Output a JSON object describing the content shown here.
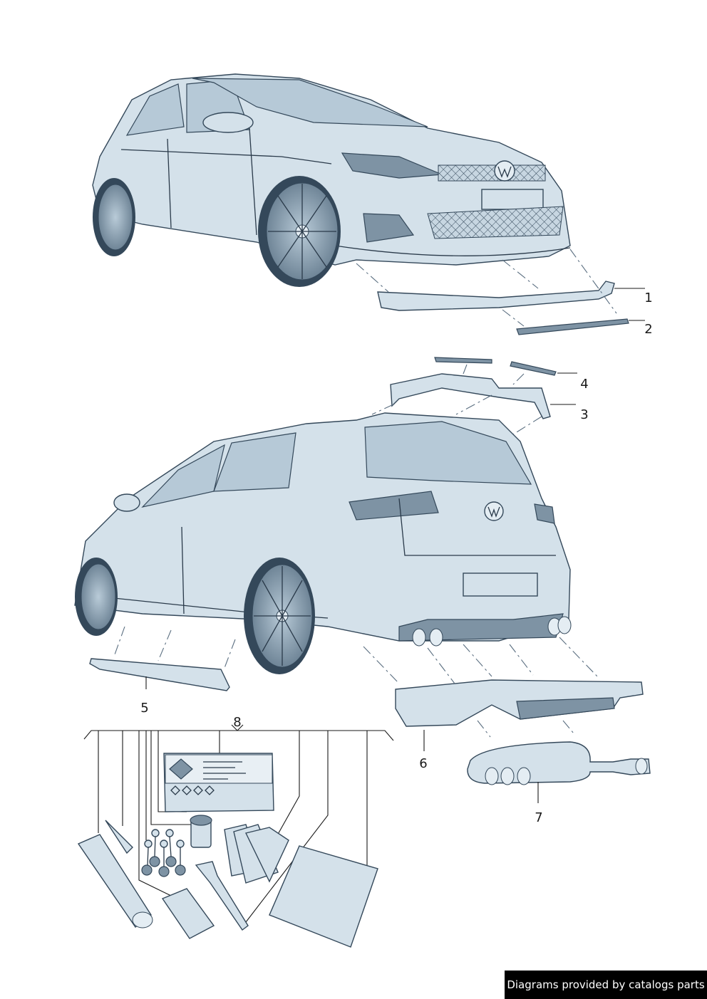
{
  "callouts": {
    "c1": "1",
    "c2": "2",
    "c3": "3",
    "c4": "4",
    "c5": "5",
    "c6": "6",
    "c7": "7",
    "c8": "8"
  },
  "footer": {
    "credit": "Diagrams provided by catalogs parts"
  },
  "colors": {
    "body_fill": "#d4e1ea",
    "outline": "#34485a",
    "credit_bg": "#000000"
  }
}
